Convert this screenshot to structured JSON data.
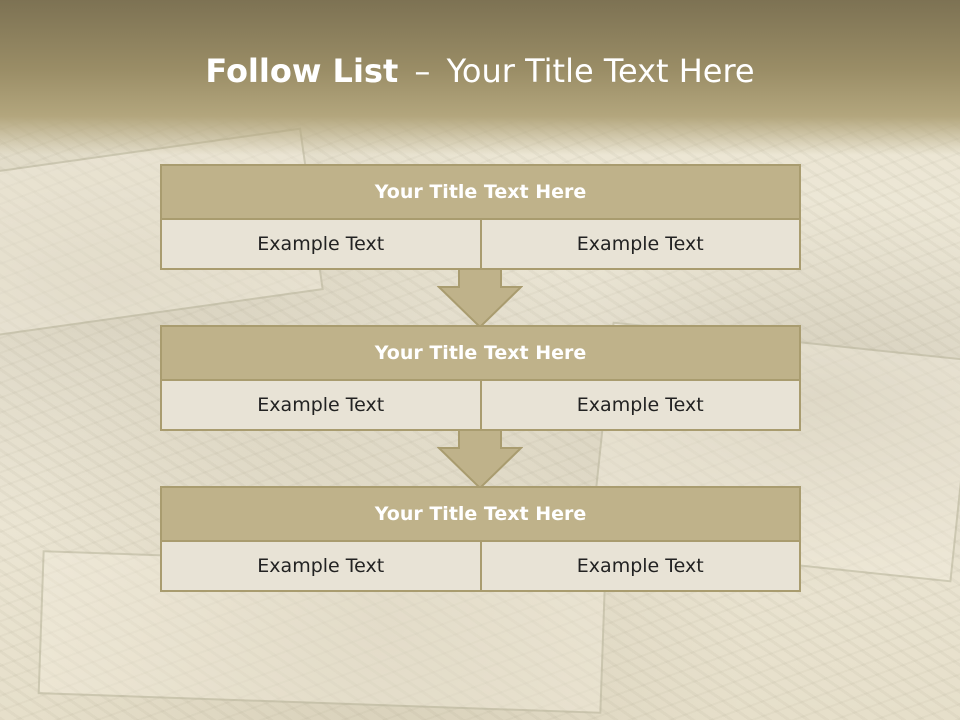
{
  "slide": {
    "title_bold": "Follow List",
    "title_sep": "–",
    "title_rest": "Your Title Text Here"
  },
  "blocks": [
    {
      "title": "Your Title Text Here",
      "left": "Example Text",
      "right": "Example Text"
    },
    {
      "title": "Your Title Text Here",
      "left": "Example Text",
      "right": "Example Text"
    },
    {
      "title": "Your Title Text Here",
      "left": "Example Text",
      "right": "Example Text"
    }
  ],
  "colors": {
    "header": "#8f8360",
    "block_title": "#bfb28a",
    "cell": "#e8e3d6",
    "border": "#a99c6f"
  }
}
